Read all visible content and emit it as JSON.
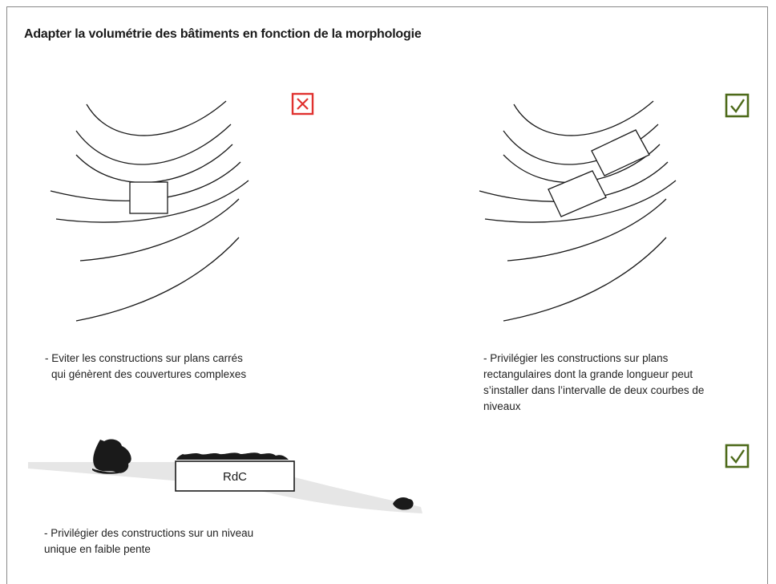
{
  "title": "Adapter la volumétrie des bâtiments en fonction de la morphologie",
  "panels": {
    "left": {
      "status": "bad",
      "caption_line1": "- Eviter les constructions sur plans carrés",
      "caption_line2": "qui génèrent des couvertures complexes"
    },
    "right": {
      "status": "good",
      "caption_line1": "- Privilégier les constructions sur plans",
      "caption_line2": "rectangulaires dont la grande longueur peut",
      "caption_line3": "s’installer dans l’intervalle de deux courbes de",
      "caption_line4": "niveaux"
    },
    "bottom": {
      "status": "good",
      "building_label": "RdC",
      "caption_line1": "- Privilégier des constructions sur un niveau",
      "caption_line2": "unique en faible pente"
    }
  },
  "colors": {
    "bad": "#e0312f",
    "good": "#4d6a1a",
    "line": "#1a1a1a",
    "ground": "#e6e6e6"
  },
  "icons": {
    "bad": "cross-box-icon",
    "good": "check-box-icon"
  }
}
